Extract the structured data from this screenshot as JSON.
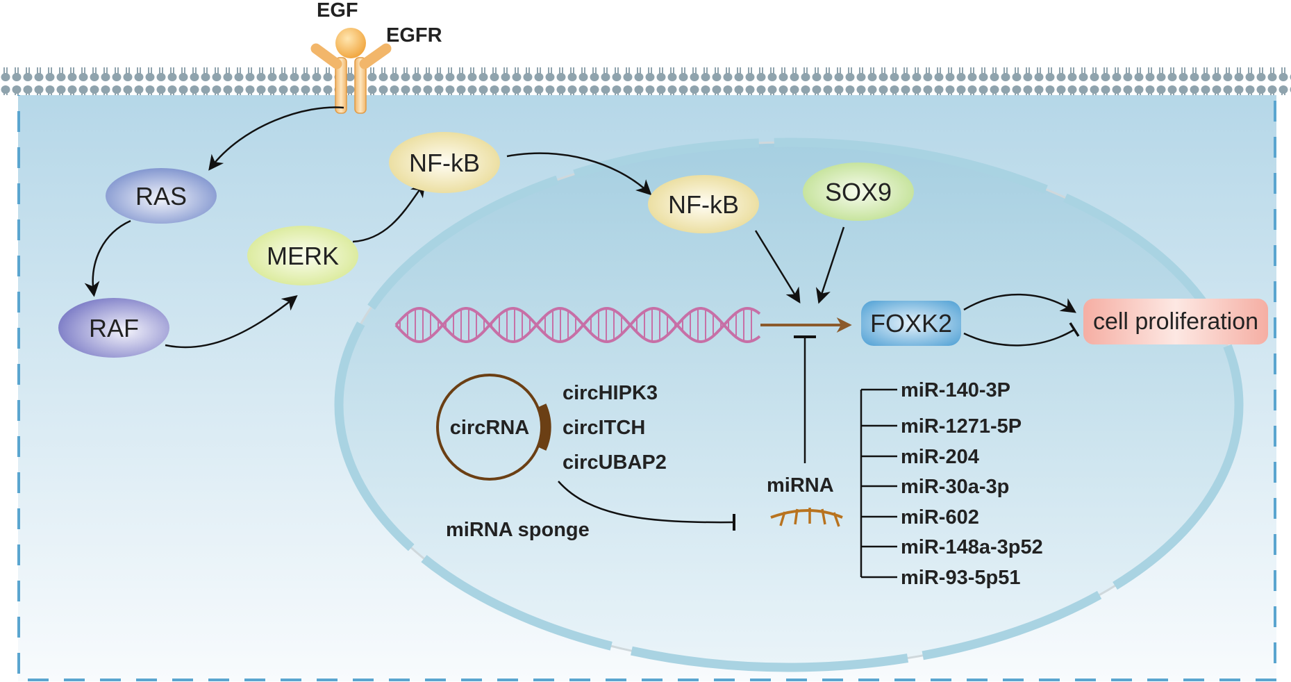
{
  "labels": {
    "egf": "EGF",
    "egfr": "EGFR",
    "ras": "RAS",
    "raf": "RAF",
    "merk": "MERK",
    "nfkb_cyto": "NF-kB",
    "nfkb_nuc": "NF-kB",
    "sox9": "SOX9",
    "foxk2": "FOXK2",
    "cell_proliferation": "cell proliferation",
    "circrna": "circRNA",
    "mirna": "miRNA",
    "mirna_sponge": "miRNA sponge"
  },
  "circrna_list": [
    "circHIPK3",
    "circITCH",
    "circUBAP2"
  ],
  "mirna_list": [
    "miR-140-3P",
    "miR-1271-5P",
    "miR-204",
    "miR-30a-3p",
    "miR-602",
    "miR-148a-3p52",
    "miR-93-5p51"
  ],
  "colors": {
    "cell_fill_top": "#b9d9e8",
    "cell_fill_bottom": "#f7fbfd",
    "membrane": "#8fa3ad",
    "nucleus_ring": "#a9d3e2",
    "ras": "#6f86c8",
    "raf": "#7c7cc8",
    "merk": "#d6e88a",
    "nfkb": "#e8d890",
    "sox9": "#bde08c",
    "foxk2": "#5aa8d8",
    "cell_proliferation": "#f5b5aa",
    "dna": "#c76fa6",
    "circrna": "#6b3f14",
    "arrow": "#111111",
    "transcription_arrow": "#8b5a2b"
  }
}
